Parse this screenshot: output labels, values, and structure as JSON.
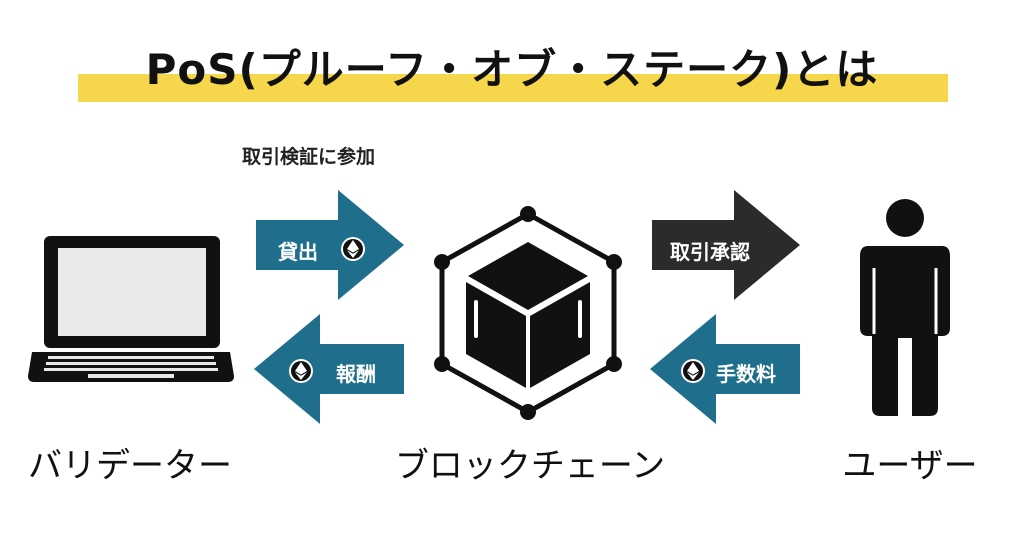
{
  "title": "PoS(プルーフ・オブ・ステーク)とは",
  "caption": "取引検証に参加",
  "nodes": {
    "validator": "バリデーター",
    "blockchain": "ブロックチェーン",
    "user": "ユーザー"
  },
  "arrows": {
    "lend": "貸出",
    "reward": "報酬",
    "approve": "取引承認",
    "fee": "手数料"
  },
  "colors": {
    "highlight": "#f6d64a",
    "teal_arrow": "#1f6e8c",
    "dark_arrow": "#2b2b2b"
  },
  "icons": [
    "laptop-icon",
    "cube-icon",
    "person-icon",
    "ethereum-icon"
  ]
}
